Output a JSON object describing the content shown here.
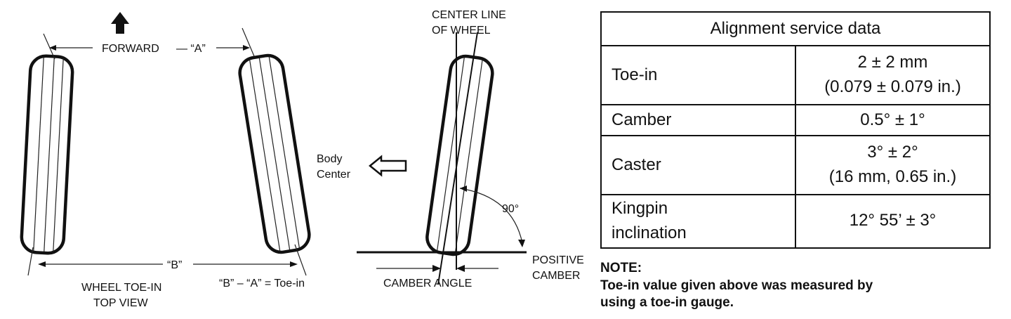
{
  "toe_diagram": {
    "forward_label": "FORWARD",
    "a_label": "— “A”",
    "b_label": "“B”",
    "formula": "“B” – “A” = Toe-in",
    "caption_line1": "WHEEL TOE-IN",
    "caption_line2": "TOP VIEW"
  },
  "camber_diagram": {
    "center_line_1": "CENTER LINE",
    "center_line_2": "OF WHEEL",
    "body_center_1": "Body",
    "body_center_2": "Center",
    "angle_90": "90°",
    "positive_1": "POSITIVE",
    "positive_2": "CAMBER",
    "camber_angle": "CAMBER ANGLE"
  },
  "table": {
    "title": "Alignment service data",
    "rows": [
      {
        "param_1": "Toe-in",
        "param_2": "",
        "value_1": "2 ± 2 mm",
        "value_2": "(0.079 ± 0.079 in.)"
      },
      {
        "param_1": "Camber",
        "param_2": "",
        "value_1": "0.5° ± 1°",
        "value_2": ""
      },
      {
        "param_1": "Caster",
        "param_2": "",
        "value_1": "3° ± 2°",
        "value_2": "(16 mm, 0.65 in.)"
      },
      {
        "param_1": "Kingpin",
        "param_2": "inclination",
        "value_1": "12° 55’ ± 3°",
        "value_2": ""
      }
    ]
  },
  "note": {
    "heading": "NOTE:",
    "line1": "Toe-in value given above was measured by",
    "line2": "using a toe-in gauge."
  }
}
